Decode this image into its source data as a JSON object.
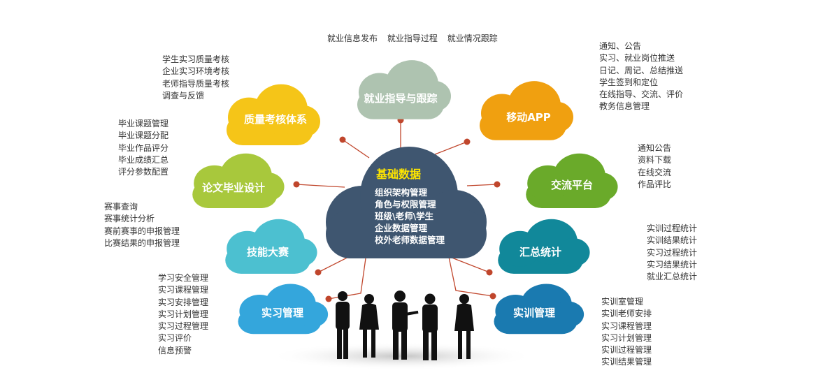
{
  "center": {
    "title": "基础数据",
    "items": [
      "组织架构管理",
      "角色与权限管理",
      "班级\\老师\\学生",
      "企业数据管理",
      "校外老师数据管理"
    ]
  },
  "clouds": {
    "zlkh": {
      "label": "质量考核体系",
      "color": "#f5c518",
      "items": [
        "学生实习质量考核",
        "企业实习环境考核",
        "老师指导质量考核",
        "调查与反馈"
      ]
    },
    "jyzd": {
      "label": "就业指导与跟踪",
      "color": "#aec3b0",
      "items": [
        "就业信息发布",
        "就业指导过程",
        "就业情况跟踪"
      ]
    },
    "ydapp": {
      "label": "移动APP",
      "color": "#f0a010",
      "items": [
        "通知、公告",
        "实习、就业岗位推送",
        "日记、周记、总结推送",
        "学生签到和定位",
        "在线指导、交流、评价",
        "教务信息管理"
      ]
    },
    "lwbs": {
      "label": "论文毕业设计",
      "color": "#a8c83c",
      "items": [
        "毕业课题管理",
        "毕业课题分配",
        "毕业作品评分",
        "毕业成绩汇总",
        "评分参数配置"
      ]
    },
    "jlpt": {
      "label": "交流平台",
      "color": "#6aaa2a",
      "items": [
        "通知公告",
        "资料下载",
        "在线交流",
        "作品评比"
      ]
    },
    "jnds": {
      "label": "技能大赛",
      "color": "#4cc0d0",
      "items": [
        "赛事查询",
        "赛事统计分析",
        "赛前赛事的申报管理",
        "比赛结果的申报管理"
      ]
    },
    "hztj": {
      "label": "汇总统计",
      "color": "#11889a",
      "items": [
        "实训过程统计",
        "实训结果统计",
        "实习过程统计",
        "实习结果统计",
        "就业汇总统计"
      ]
    },
    "sxgl": {
      "label": "实习管理",
      "color": "#34a6dc",
      "items": [
        "学习安全管理",
        "实习课程管理",
        "实习安排管理",
        "实习计划管理",
        "实习过程管理",
        "实习评价",
        "信息预警"
      ]
    },
    "sxun": {
      "label": "实训管理",
      "color": "#1a7ab0",
      "items": [
        "实训室管理",
        "实训老师安排",
        "实习课程管理",
        "实习计划管理",
        "实训过程管理",
        "实训结果管理"
      ]
    }
  },
  "center_color": "#3f5670",
  "connector_color": "#c0462c"
}
